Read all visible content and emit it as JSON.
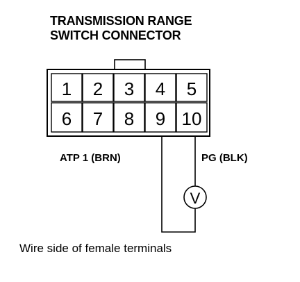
{
  "title": {
    "line1": "TRANSMISSION RANGE",
    "line2": "SWITCH CONNECTOR"
  },
  "connector": {
    "top_row": [
      "1",
      "2",
      "3",
      "4",
      "5"
    ],
    "bottom_row": [
      "6",
      "7",
      "8",
      "9",
      "10"
    ]
  },
  "wires": {
    "left_label": "ATP 1 (BRN)",
    "right_label": "PG (BLK)",
    "meter_symbol": "V"
  },
  "caption": "Wire side of female terminals"
}
